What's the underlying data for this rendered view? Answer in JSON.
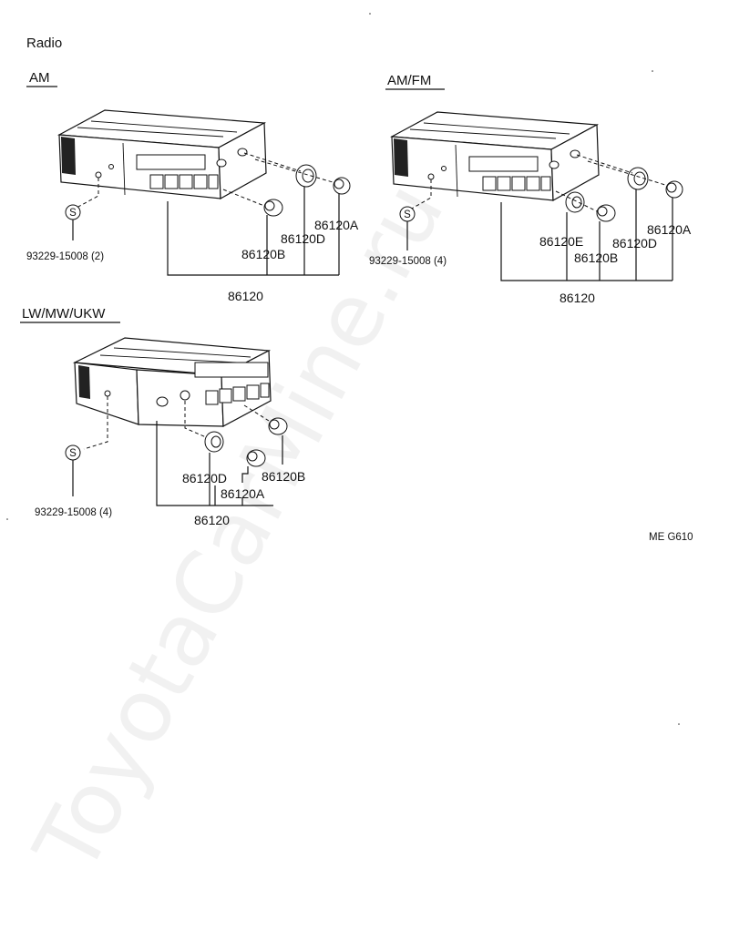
{
  "title": "Radio",
  "watermark": "ToyotaCarMine.ru",
  "code": "ME  G610",
  "sections": {
    "am": {
      "heading": "AM",
      "screw_symbol": "S",
      "screw_part": "93229-15008 (2)",
      "parts": {
        "a": "86120A",
        "d": "86120D",
        "b": "86120B"
      },
      "assembly": "86120"
    },
    "amfm": {
      "heading": "AM/FM",
      "screw_symbol": "S",
      "screw_part": "93229-15008 (4)",
      "parts": {
        "a": "86120A",
        "d": "86120D",
        "e": "86120E",
        "b": "86120B"
      },
      "assembly": "86120"
    },
    "lw": {
      "heading": "LW/MW/UKW",
      "screw_symbol": "S",
      "screw_part": "93229-15008 (4)",
      "parts": {
        "d": "86120D",
        "b": "86120B",
        "a": "86120A"
      },
      "assembly": "86120"
    }
  }
}
